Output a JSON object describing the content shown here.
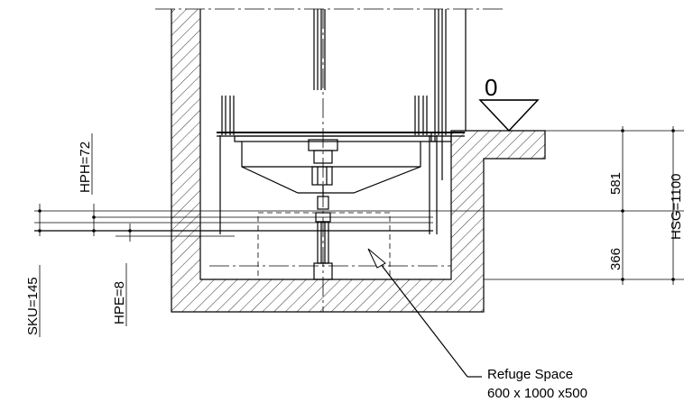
{
  "levels": {
    "floor_level": "0"
  },
  "dimensions": {
    "hph": "HPH=72",
    "sku": "SKU=145",
    "hpe": "HPE=8",
    "upper_segment": "581",
    "lower_segment": "366",
    "hsg": "HSG=1100"
  },
  "refuge": {
    "line1": "Refuge Space",
    "line2": "600 x 1000 x500"
  }
}
